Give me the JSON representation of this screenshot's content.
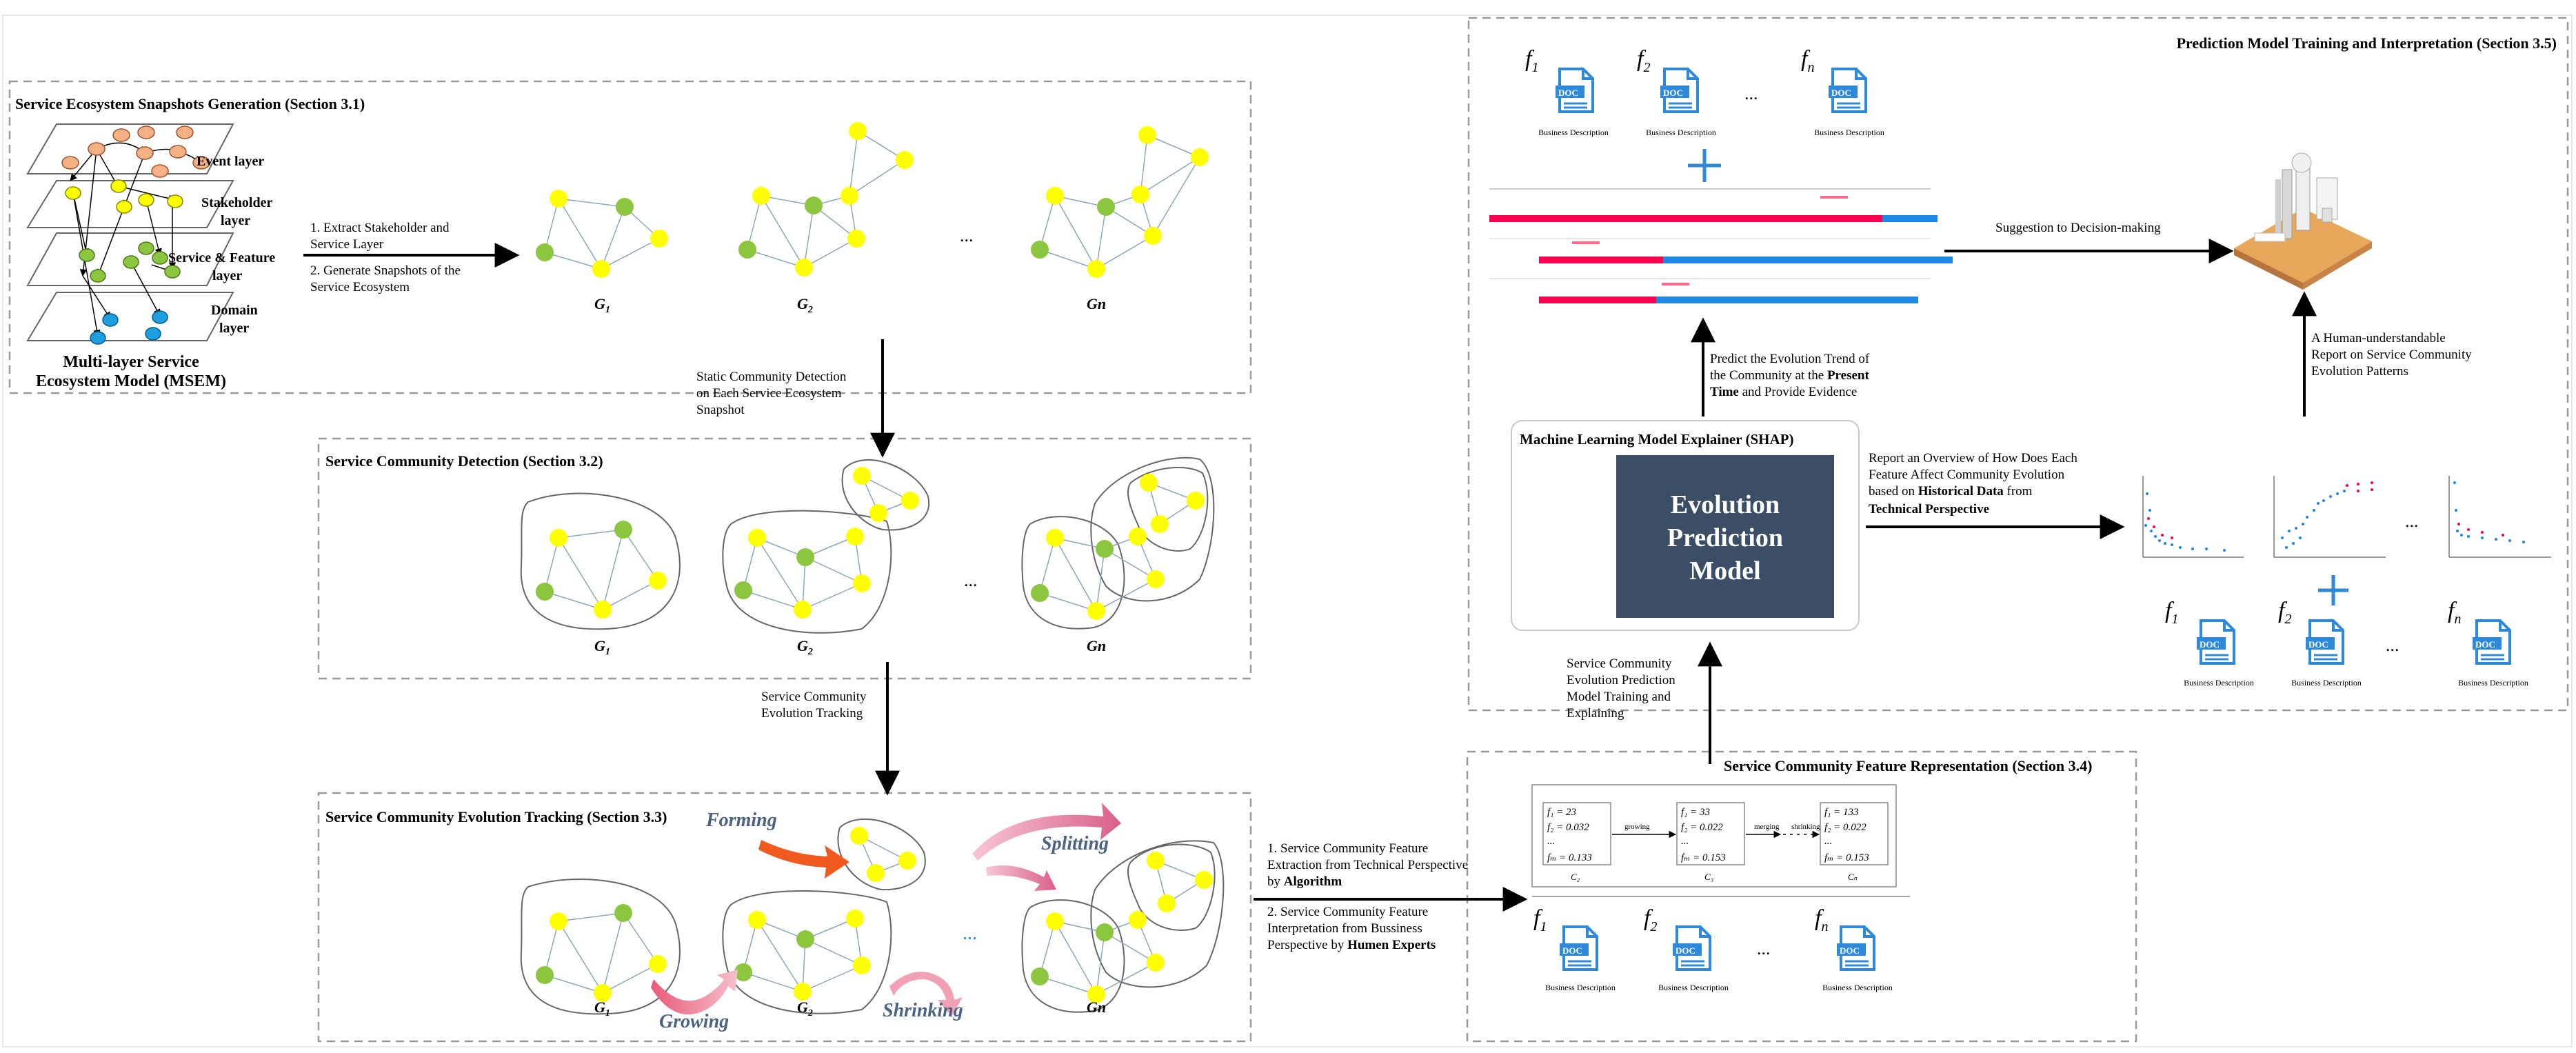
{
  "sections": {
    "snapshots": "Service Ecosystem Snapshots Generation (Section 3.1)",
    "detection": "Service Community Detection (Section 3.2)",
    "tracking": "Service Community Evolution Tracking (Section 3.3)",
    "feature": "Service Community Feature Representation  (Section 3.4)",
    "training": "Prediction Model Training and Interpretation (Section 3.5)"
  },
  "msem": {
    "layers": [
      "Event layer",
      "Stakeholder",
      "layer",
      "Service & Feature",
      "layer",
      "Domain",
      "layer"
    ],
    "title1": "Multi-layer Service",
    "title2": "Ecosystem Model (MSEM)"
  },
  "steps": {
    "extract1": "1. Extract Stakeholder and",
    "extract2": "Service Layer",
    "generate1": "2. Generate Snapshots of the",
    "generate2": "Service Ecosystem",
    "static1": "Static Community Detection",
    "static2": "on Each Service Ecosystem",
    "static3": "Snapshot",
    "track1": "Service Community",
    "track2": "Evolution Tracking",
    "feat1": "1. Service Community Feature",
    "feat2": "Extraction from Technical Perspective",
    "feat3": "by ",
    "feat3b": "Algorithm",
    "feat4": "2. Service Community Feature",
    "feat5": "Interpretation from Bussiness",
    "feat6": "Perspective by ",
    "feat6b": "Humen Experts",
    "train1": "Service Community",
    "train2": "Evolution Prediction",
    "train3": "Model Training and",
    "train4": "Explaining",
    "predict1": "Predict the Evolution Trend of",
    "predict2": "the Community at the ",
    "predict2b": "Present",
    "predict3b": "Time",
    "predict3": " and Provide Evidence",
    "report1": "Report an Overview of  How Does Each",
    "report2": "Feature Affect Community Evolution",
    "report3": "based on ",
    "report3b": "Historical Data",
    "report3c": " from",
    "report4b": "Technical Perspective",
    "suggestion": "Suggestion to Decision-making",
    "human1": "A Human-understandable",
    "human2": "Report on Service Community",
    "human3": "Evolution Patterns"
  },
  "graphs": {
    "g1": "G",
    "g1sub": "1",
    "g2": "G",
    "g2sub": "2",
    "gn": "Gn",
    "dots": "..."
  },
  "events": {
    "forming": "Forming",
    "splitting": "Splitting",
    "growing": "Growing",
    "shrinking": "Shrinking"
  },
  "shap": {
    "title": "Machine Learning Model Explainer (SHAP)",
    "model1": "Evolution",
    "model2": "Prediction",
    "model3": "Model"
  },
  "docs": {
    "label": "Business Description",
    "icon": "DOC",
    "f": "f",
    "s1": "1",
    "s2": "2",
    "sn": "n"
  },
  "feature_table": {
    "c1": [
      "f₁ = 23",
      "f₂ = 0.032",
      "...",
      "fₘ = 0.133"
    ],
    "c2": [
      "f₁ = 33",
      "f₂ = 0.022",
      "...",
      "fₘ = 0.153"
    ],
    "c3": [
      "f₁ = 133",
      "f₂ = 0.022",
      "...",
      "fₘ = 0.153"
    ],
    "t1": "growing",
    "t2": "merging",
    "t3": "shrinking",
    "lab1": "C₂",
    "lab2": "C₃",
    "lab3": "Cₙ"
  },
  "colors": {
    "yellow": "#ffff00",
    "green": "#8cc63f",
    "salmon": "#f4b183",
    "blue": "#1ea0e0",
    "model": "#3b4e66",
    "doc": "#2e8ad8",
    "forming": "#f05a1e",
    "pink": "#d95f8a"
  }
}
